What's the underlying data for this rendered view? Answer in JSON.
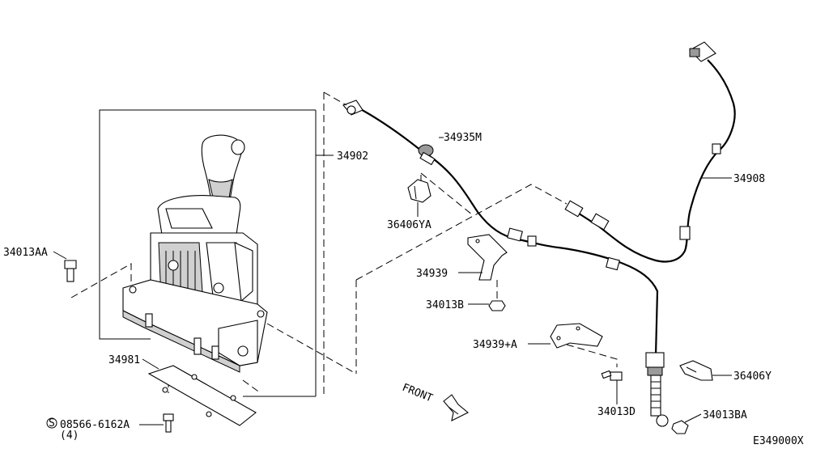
{
  "labels": {
    "l34902": "34902",
    "l34935M": "34935M",
    "l34908": "34908",
    "l36406YA": "36406YA",
    "l34939": "34939",
    "l34013B": "34013B",
    "l34939A": "34939+A",
    "l34013D": "34013D",
    "l36406Y": "36406Y",
    "l34013BA": "34013BA",
    "l34013AA": "34013AA",
    "l34981": "34981",
    "l08566": "08566-6162A",
    "l08566_qty": "(4)",
    "s_symbol": "S",
    "front": "FRONT",
    "diagram_code": "E349000X"
  }
}
